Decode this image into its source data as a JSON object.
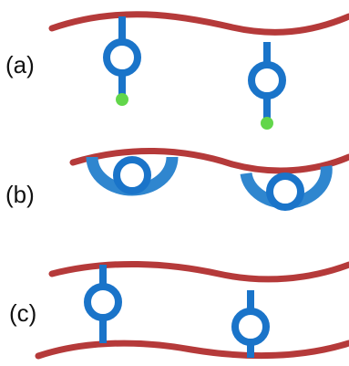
{
  "panels": [
    {
      "label": "(a)"
    },
    {
      "label": "(b)"
    },
    {
      "label": "(c)"
    }
  ],
  "colors": {
    "membrane": "#b53a3a",
    "linker": "#1a74c9",
    "cup": "#2f86cf",
    "ring_fill": "#ffffff",
    "tip": "#62d64a",
    "text": "#111111"
  }
}
